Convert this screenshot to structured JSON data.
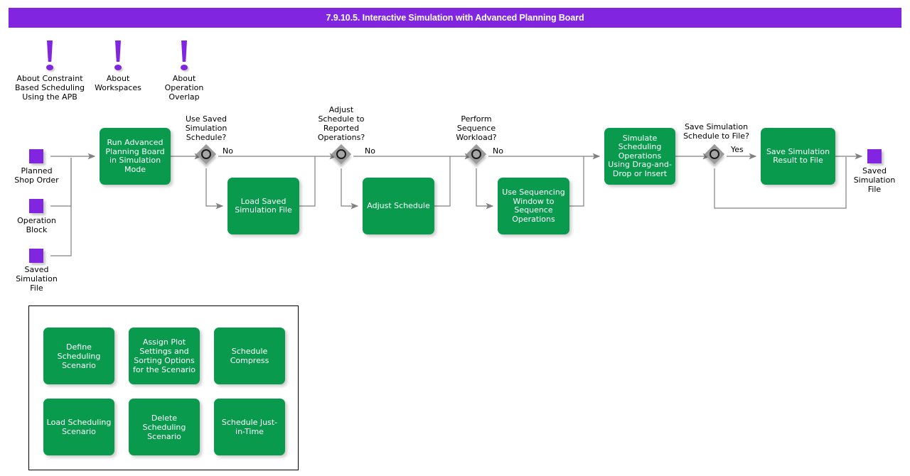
{
  "header": {
    "title": "7.9.10.5. Interactive Simulation with Advanced Planning Board",
    "bar_color": "#8125e0",
    "text_color": "#ffffff"
  },
  "colors": {
    "process_green": "#0a9a4e",
    "data_purple": "#8125e0",
    "decision_gray": "#9a9a9a",
    "wire_gray": "#808080",
    "text_black": "#000000"
  },
  "notes": [
    {
      "id": "note-constraint-based-scheduling",
      "icon": "exclamation-icon",
      "label": "About Constraint\nBased Scheduling\nUsing the APB"
    },
    {
      "id": "note-workspaces",
      "icon": "exclamation-icon",
      "label": "About\nWorkspaces"
    },
    {
      "id": "note-operation-overlap",
      "icon": "exclamation-icon",
      "label": "About\nOperation\nOverlap"
    }
  ],
  "inputs": [
    {
      "id": "input-planned-shop-order",
      "label": "Planned\nShop Order"
    },
    {
      "id": "input-operation-block",
      "label": "Operation\nBlock"
    },
    {
      "id": "input-saved-simulation-file",
      "label": "Saved\nSimulation\nFile"
    }
  ],
  "outputs": [
    {
      "id": "output-saved-simulation-file",
      "label": "Saved\nSimulation\nFile"
    }
  ],
  "processes": [
    {
      "id": "process-run-apb-simulation",
      "label": "Run Advanced\nPlanning Board\nin Simulation\nMode"
    },
    {
      "id": "process-load-saved-simulation-file",
      "label": "Load Saved\nSimulation File"
    },
    {
      "id": "process-adjust-schedule",
      "label": "Adjust Schedule"
    },
    {
      "id": "process-use-sequencing-window",
      "label": "Use Sequencing\nWindow to\nSequence\nOperations"
    },
    {
      "id": "process-simulate-scheduling-operations",
      "label": "Simulate\nScheduling\nOperations Using\nDrag-and-Drop\nor Insert"
    },
    {
      "id": "process-save-simulation-result",
      "label": "Save Simulation\nResult to File"
    }
  ],
  "decisions": [
    {
      "id": "decision-use-saved-simulation-schedule",
      "question": "Use Saved\nSimulation\nSchedule?",
      "branch_label": "No"
    },
    {
      "id": "decision-adjust-schedule-to-reported-operations",
      "question": "Adjust\nSchedule to\nReported\nOperations?",
      "branch_label": "No"
    },
    {
      "id": "decision-perform-sequence-workload",
      "question": "Perform\nSequence\nWorkload?",
      "branch_label": "No"
    },
    {
      "id": "decision-save-simulation-schedule-to-file",
      "question": "Save Simulation\nSchedule to File?",
      "branch_label": "Yes"
    }
  ],
  "legend": {
    "items": [
      {
        "id": "legend-define-scheduling-scenario",
        "label": "Define\nScheduling\nScenario"
      },
      {
        "id": "legend-assign-plot-settings",
        "label": "Assign Plot\nSettings and\nSorting Options\nfor the Scenario"
      },
      {
        "id": "legend-schedule-compress",
        "label": "Schedule\nCompress"
      },
      {
        "id": "legend-load-scheduling-scenario",
        "label": "Load Scheduling\nScenario"
      },
      {
        "id": "legend-delete-scheduling-scenario",
        "label": "Delete\nScheduling\nScenario"
      },
      {
        "id": "legend-schedule-just-in-time",
        "label": "Schedule Just-\nin-Time"
      }
    ]
  }
}
